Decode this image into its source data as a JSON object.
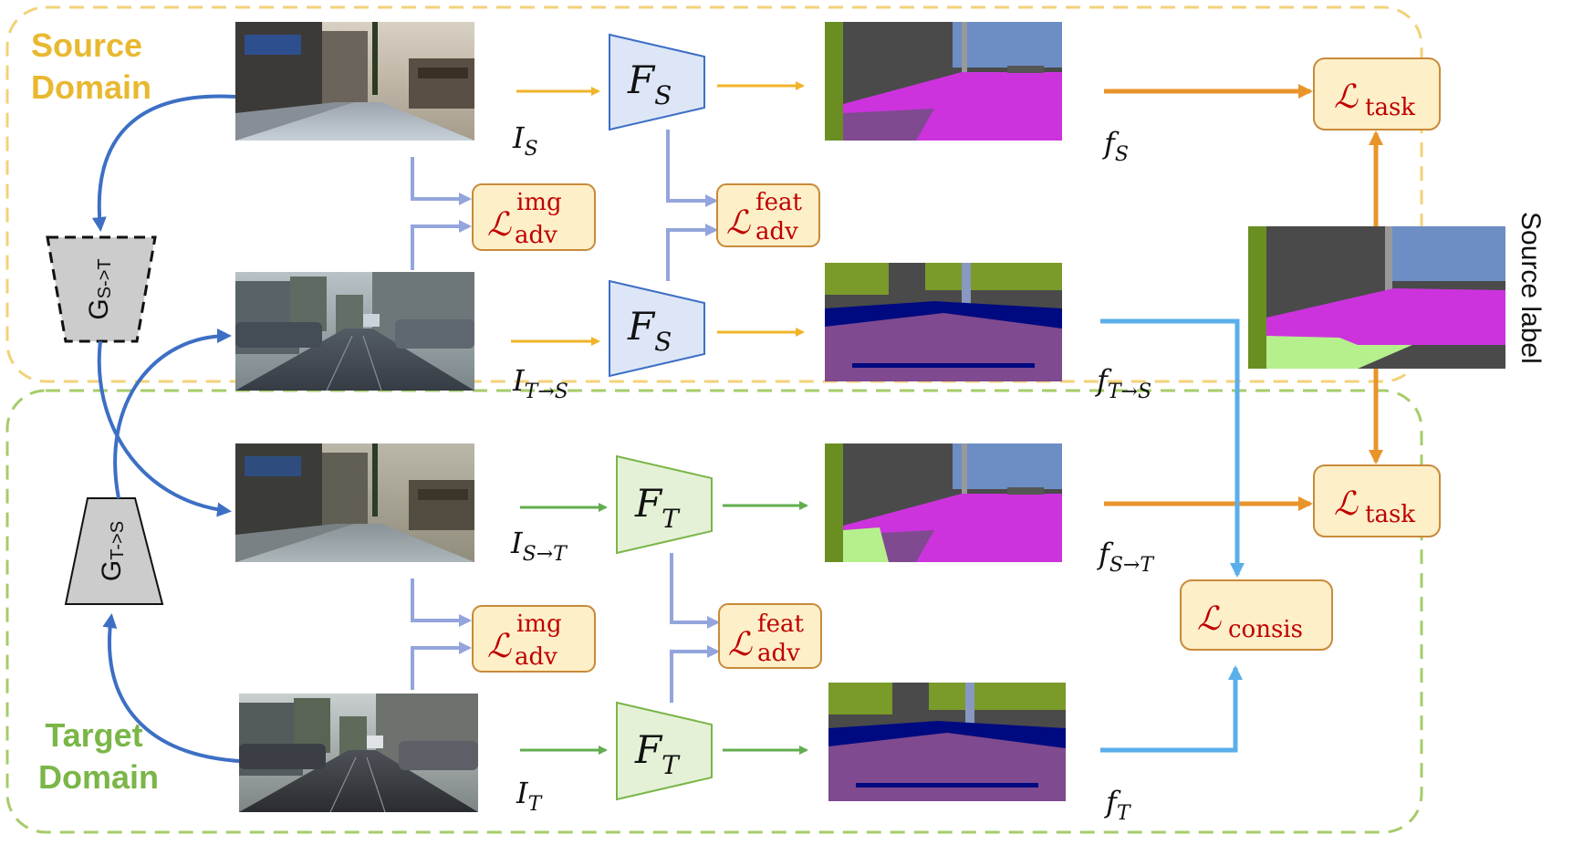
{
  "domains": {
    "source": {
      "line1": "Source",
      "line2": "Domain",
      "color": "#e8b830"
    },
    "target": {
      "line1": "Target",
      "line2": "Domain",
      "color": "#7ab648"
    }
  },
  "generators": {
    "s2t": {
      "sub": "S->T"
    },
    "t2s": {
      "sub": "T->S"
    }
  },
  "images": {
    "i_s": {
      "name": "I",
      "sub": "S"
    },
    "i_t2s": {
      "name": "I",
      "sub": "T→S"
    },
    "i_s2t": {
      "name": "I",
      "sub": "S→T"
    },
    "i_t": {
      "name": "I",
      "sub": "T"
    }
  },
  "extractors": {
    "fs_top": {
      "name": "F",
      "sub": "S"
    },
    "fs_bottom": {
      "name": "F",
      "sub": "S"
    },
    "ft_top": {
      "name": "F",
      "sub": "T"
    },
    "ft_bottom": {
      "name": "F",
      "sub": "T"
    }
  },
  "features": {
    "f_s": {
      "name": "f",
      "sub": "S"
    },
    "f_t2s": {
      "name": "f",
      "sub": "T→S"
    },
    "f_s2t": {
      "name": "f",
      "sub": "S→T"
    },
    "f_t": {
      "name": "f",
      "sub": "T"
    }
  },
  "losses": {
    "img_adv": {
      "sup": "img",
      "sub": "adv"
    },
    "feat_adv": {
      "sup": "feat",
      "sub": "adv"
    },
    "task": {
      "sub": "task"
    },
    "consis": {
      "sub": "consis"
    },
    "symbol": "ℒ"
  },
  "source_label": "Source label",
  "colors": {
    "yellow_arrow": "#f0b429",
    "green_arrow": "#62ad4f",
    "orange_arrow": "#e8942a",
    "blue_arrow": "#3d6fc4",
    "light_blue_arrow": "#5aaeea",
    "lavender_arrow": "#93a5dc",
    "loss_fill": "#fdefc8",
    "loss_stroke": "#c88a3a",
    "loss_text": "#c00000",
    "fs_fill": "#dde6f7",
    "fs_stroke": "#3d6fc4",
    "ft_fill": "#e4f1d7",
    "ft_stroke": "#7ab648"
  }
}
